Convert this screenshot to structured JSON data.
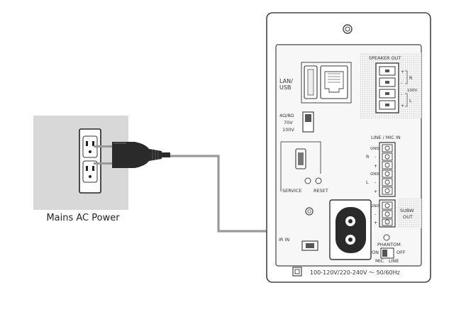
{
  "caption": "Mains AC Power",
  "panel": {
    "lan_usb": [
      "LAN/",
      "USB"
    ],
    "speaker_out": "SPEAKER OUT",
    "speaker_terms": [
      "+",
      "-",
      "-",
      "+"
    ],
    "speaker_lr": [
      "R",
      "L"
    ],
    "speaker_100v": "100V",
    "impedance": [
      "4Ω/8Ω",
      "70V",
      "100V"
    ],
    "line_mic_in": "LINE / MIC IN",
    "line_pins": [
      "GND",
      "-",
      "+",
      "GND",
      "-",
      "+"
    ],
    "line_rl": [
      "R",
      "L"
    ],
    "subw_pins": [
      "GND",
      "-",
      "+"
    ],
    "subw_out": [
      "SUBW",
      "OUT"
    ],
    "service": "SERVICE",
    "reset": "RESET",
    "ir_in": "IR IN",
    "phantom": "PHANTOM",
    "phantom_on": "ON",
    "phantom_off": "OFF",
    "mic": "MIC",
    "line": "LINE",
    "rating": "100-120V/220-240V ～ 50/60Hz"
  }
}
